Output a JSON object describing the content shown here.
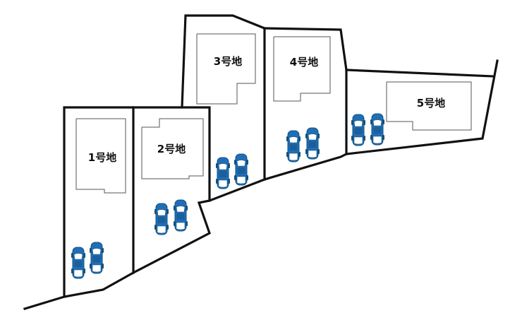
{
  "lots": [
    {
      "id": "lot-1",
      "label": "1号地"
    },
    {
      "id": "lot-2",
      "label": "2号地"
    },
    {
      "id": "lot-3",
      "label": "3号地"
    },
    {
      "id": "lot-4",
      "label": "4号地"
    },
    {
      "id": "lot-5",
      "label": "5号地"
    }
  ],
  "colors": {
    "car_body": "#1f6fb5",
    "car_dark": "#13507f",
    "car_glass": "#ffffff",
    "boundary": "#111111",
    "house_outline": "#555555"
  }
}
